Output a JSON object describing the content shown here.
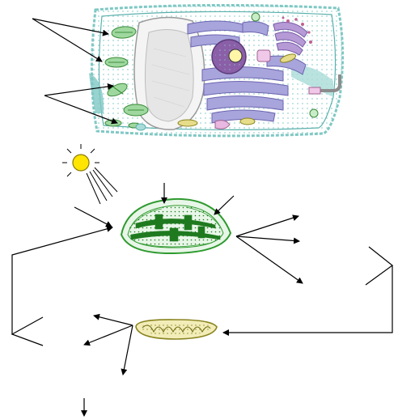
{
  "diagram": {
    "labels": [],
    "colors": {
      "cell_membrane": "#7fc8c4",
      "cytoplasm_dots": "#9ad4d0",
      "vacuole": "#f2f2f2",
      "chloroplast": "#5db85d",
      "chloroplast_dark": "#1f7a1f",
      "er": "#8c88c8",
      "nucleus": "#8a5fa8",
      "golgi": "#9a78c0",
      "mitochondrion": "#b5ad3a",
      "sun": "#ffe500",
      "arrow": "#000000"
    },
    "icons": [
      "plant-cell-illustration",
      "sun-icon",
      "chloroplast-illustration",
      "mitochondrion-illustration"
    ]
  }
}
